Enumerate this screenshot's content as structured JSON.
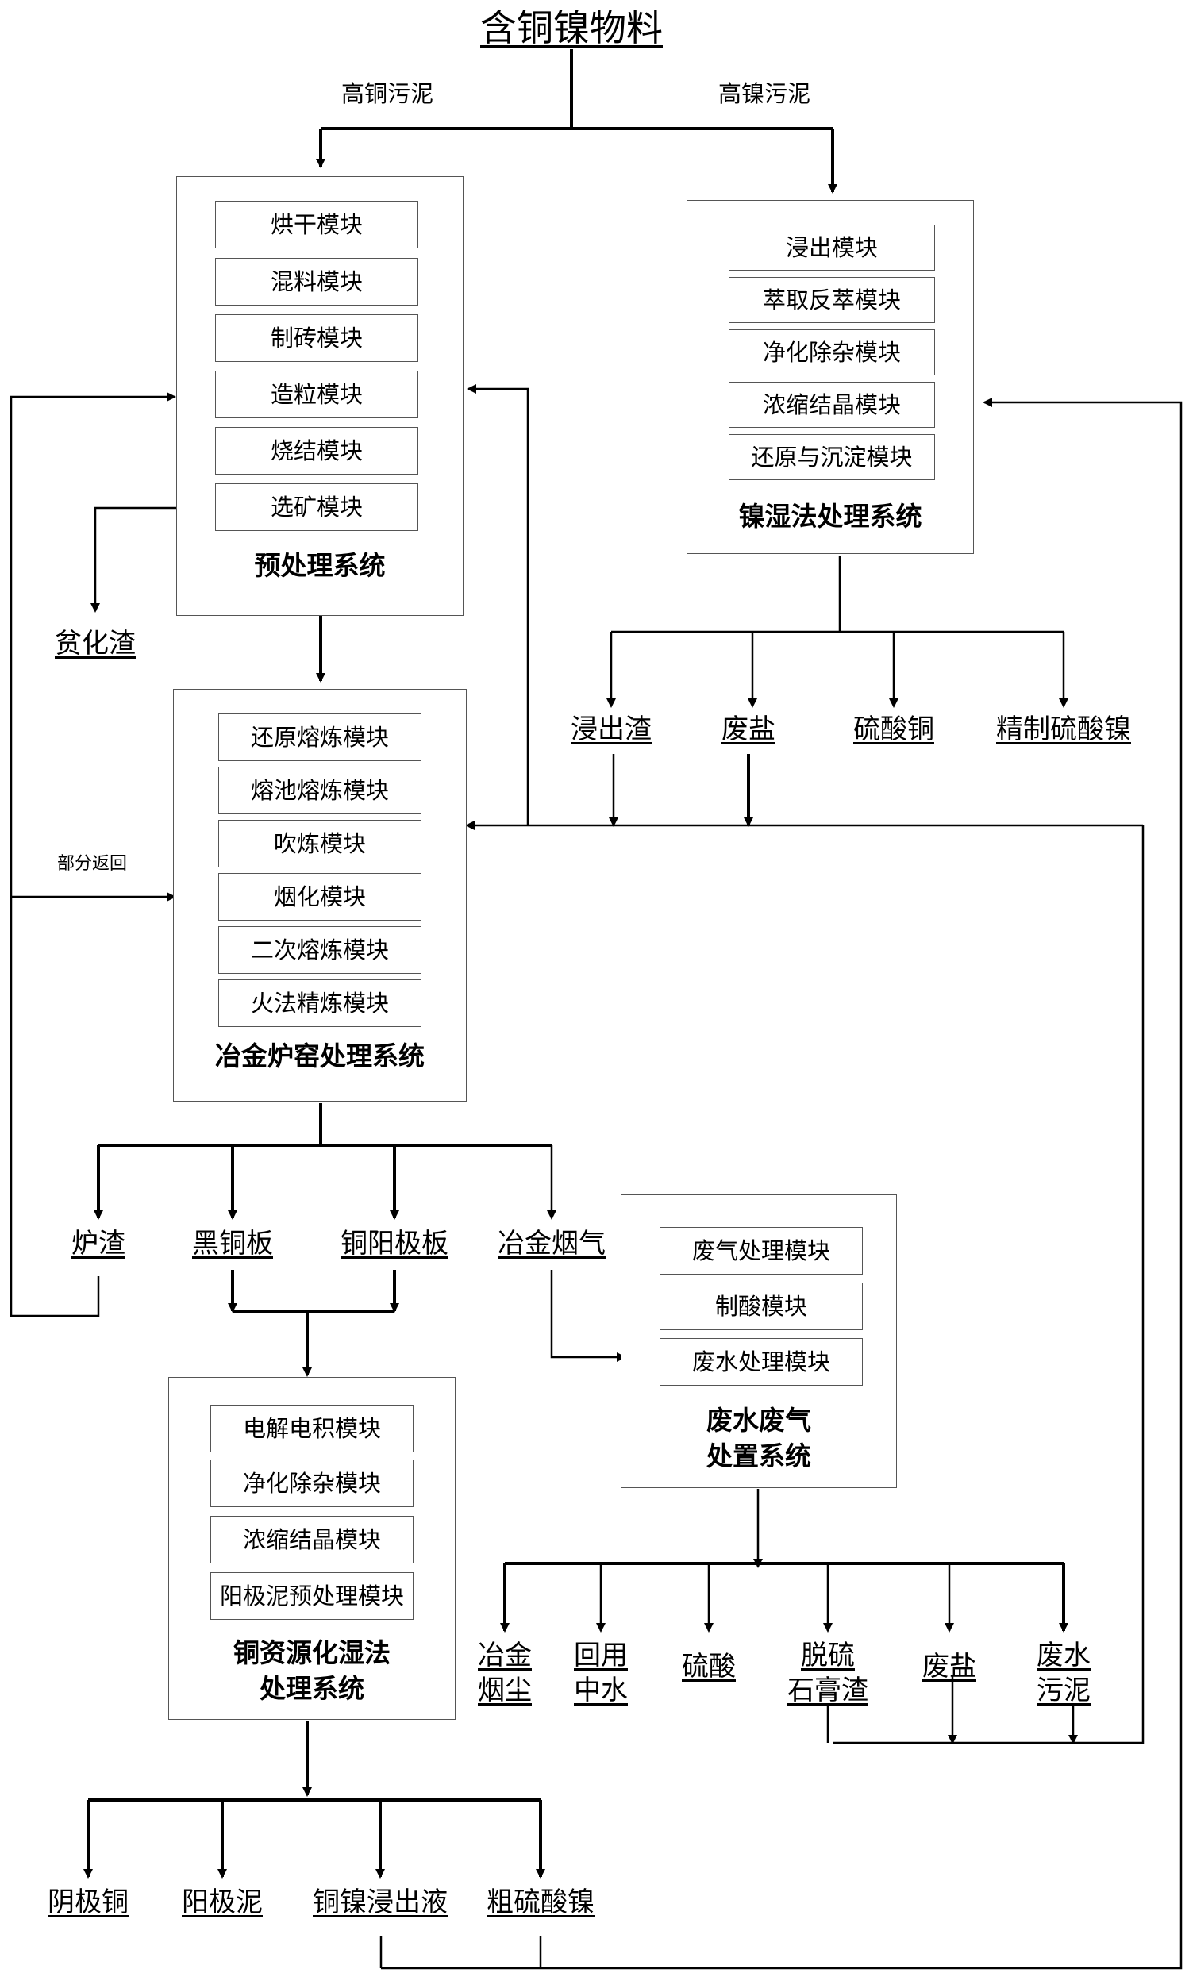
{
  "source_material": "含铜镍物料",
  "edge_labels": {
    "high_copper_sludge": "高铜污泥",
    "high_nickel_sludge": "高镍污泥",
    "partial_return": "部分返回"
  },
  "systems": {
    "pretreatment": {
      "title": "预处理系统",
      "modules": [
        "烘干模块",
        "混料模块",
        "制砖模块",
        "造粒模块",
        "烧结模块",
        "选矿模块"
      ]
    },
    "nickel_wet": {
      "title": "镍湿法处理系统",
      "modules": [
        "浸出模块",
        "萃取反萃模块",
        "净化除杂模块",
        "浓缩结晶模块",
        "还原与沉淀模块"
      ]
    },
    "furnace": {
      "title": "冶金炉窑处理系统",
      "modules": [
        "还原熔炼模块",
        "熔池熔炼模块",
        "吹炼模块",
        "烟化模块",
        "二次熔炼模块",
        "火法精炼模块"
      ]
    },
    "gas_water": {
      "title_line1": "废水废气",
      "title_line2": "处置系统",
      "modules": [
        "废气处理模块",
        "制酸模块",
        "废水处理模块"
      ]
    },
    "copper_wet": {
      "title_line1": "铜资源化湿法",
      "title_line2": "处理系统",
      "modules": [
        "电解电积模块",
        "净化除杂模块",
        "浓缩结晶模块",
        "阳极泥预处理模块"
      ]
    }
  },
  "products": {
    "lean_slag": "贫化渣",
    "nickel_outputs": [
      "浸出渣",
      "废盐",
      "硫酸铜",
      "精制硫酸镍"
    ],
    "furnace_outputs": [
      "炉渣",
      "黑铜板",
      "铜阳极板",
      "冶金烟气"
    ],
    "gas_water_outputs": [
      {
        "line1": "冶金",
        "line2": "烟尘"
      },
      {
        "line1": "回用",
        "line2": "中水"
      },
      {
        "line1": "硫酸"
      },
      {
        "line1": "脱硫",
        "line2": "石膏渣"
      },
      {
        "line1": "废盐"
      },
      {
        "line1": "废水",
        "line2": "污泥"
      }
    ],
    "copper_outputs": [
      "阴极铜",
      "阳极泥",
      "铜镍浸出液",
      "粗硫酸镍"
    ]
  }
}
